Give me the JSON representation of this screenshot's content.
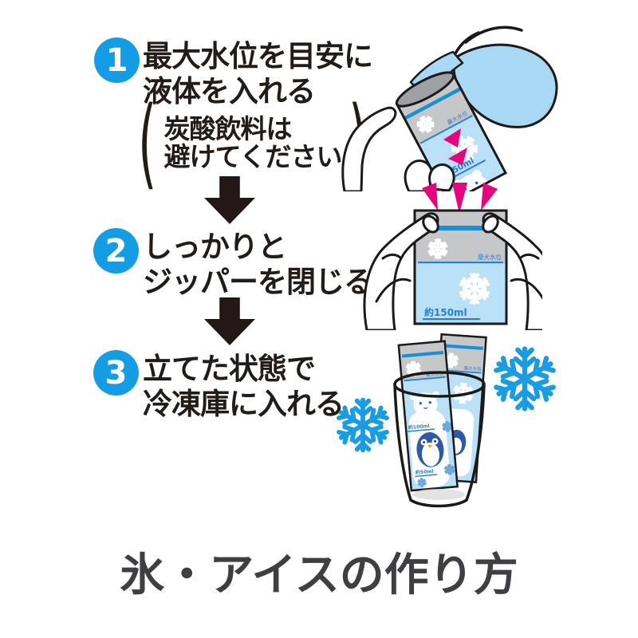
{
  "title": "氷・アイスの作り方",
  "steps": [
    {
      "number": "1",
      "line1": "最大水位を目安に",
      "line2": "液体を入れる",
      "note_open": "(",
      "note_line1": "炭酸飲料は",
      "note_line2": "避けてください",
      "note_close": ")"
    },
    {
      "number": "2",
      "line1": "しっかりと",
      "line2": "ジッパーを閉じる"
    },
    {
      "number": "3",
      "line1": "立てた状態で",
      "line2": "冷凍庫に入れる"
    }
  ],
  "pouch": {
    "max_level_label": "最大水位",
    "volume_150": "約150ml",
    "volume_100": "約100ml",
    "volume_50": "約50ml"
  },
  "colors": {
    "step_circle_blue": "#149de4",
    "zipper_blue": "#1790d8",
    "snowflake_blue": "#1b9ce2",
    "water_blue": "#a8d8f3",
    "pouch_body_blue": "#b9e0f6",
    "pouch_gray": "#c6c7c9",
    "burst_pink": "#e5067e",
    "arrow_black": "#231815",
    "title_gray": "#3e3e43",
    "label_blue": "#2a7fd0",
    "penguin_blue": "#2e58a8"
  }
}
